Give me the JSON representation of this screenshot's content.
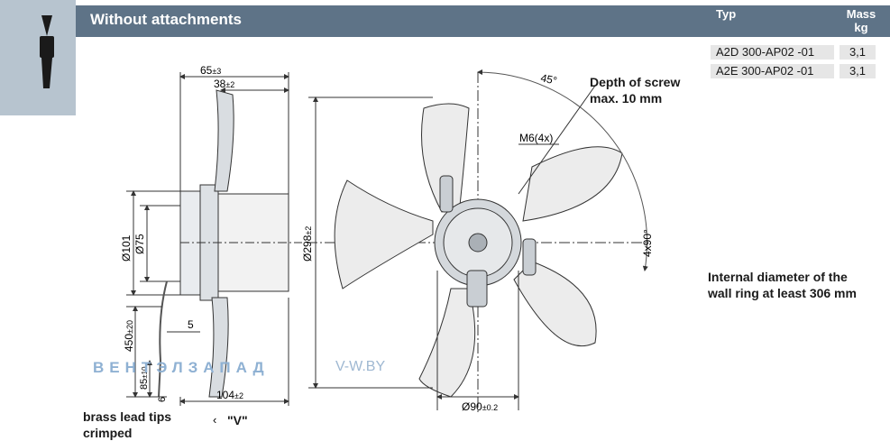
{
  "header": {
    "title": "Without attachments"
  },
  "table": {
    "col_typ": "Typ",
    "col_mass_line1": "Mass",
    "col_mass_line2": "kg",
    "rows": [
      {
        "typ": "A2D 300-AP02 -01",
        "mass": "3,1"
      },
      {
        "typ": "A2E 300-AP02 -01",
        "mass": "3,1"
      }
    ]
  },
  "notes": {
    "screw_line1": "Depth of screw",
    "screw_line2": "max. 10 mm",
    "wall_line1": "Internal diameter of the",
    "wall_line2": "wall ring at least 306 mm",
    "brass_line1": "brass lead tips",
    "brass_line2": "crimped",
    "view_label": "\"V\""
  },
  "dimensions": {
    "d65": "65",
    "d65_tol": "±3",
    "d38": "38",
    "d38_tol": "±2",
    "d101": "Ø101",
    "d75": "Ø75",
    "d450": "450",
    "d450_tol": "±20",
    "d5": "5",
    "d85": "85",
    "d85_tol": "±10",
    "d6": "6",
    "d104": "104",
    "d104_tol": "±2",
    "d298": "Ø298",
    "d298_tol": "±2",
    "angle45": "45°",
    "m6": "M6(4x)",
    "angle4x90": "4x90°",
    "d90": "Ø90",
    "d90_tol": "±0.2"
  },
  "watermark": {
    "brand": "ВЕНТЭЛЗАПАД",
    "site": "V-W.BY"
  },
  "colors": {
    "header": "#5e7387",
    "side_tab": "#b7c4cf",
    "row_bg": "#e6e6e6"
  }
}
